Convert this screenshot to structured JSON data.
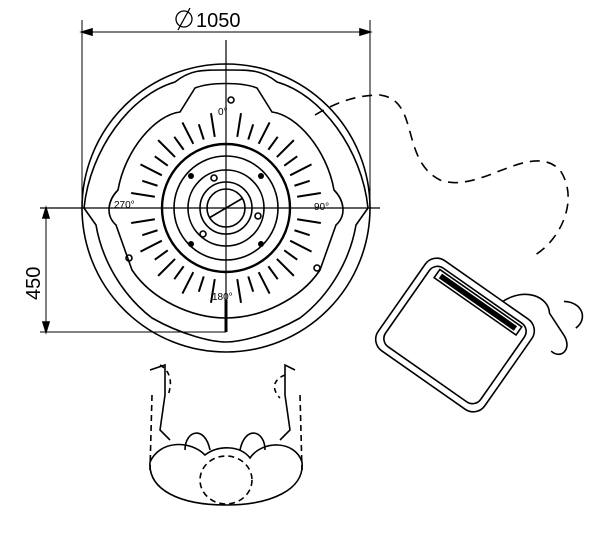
{
  "dimensions": {
    "diameter_symbol": "ϕ",
    "diameter_value": "1050",
    "height_value": "450"
  },
  "angles": {
    "top": "0°",
    "right": "90°",
    "bottom": "180°",
    "left": "270°"
  },
  "colors": {
    "line": "#000000",
    "background": "#ffffff"
  }
}
